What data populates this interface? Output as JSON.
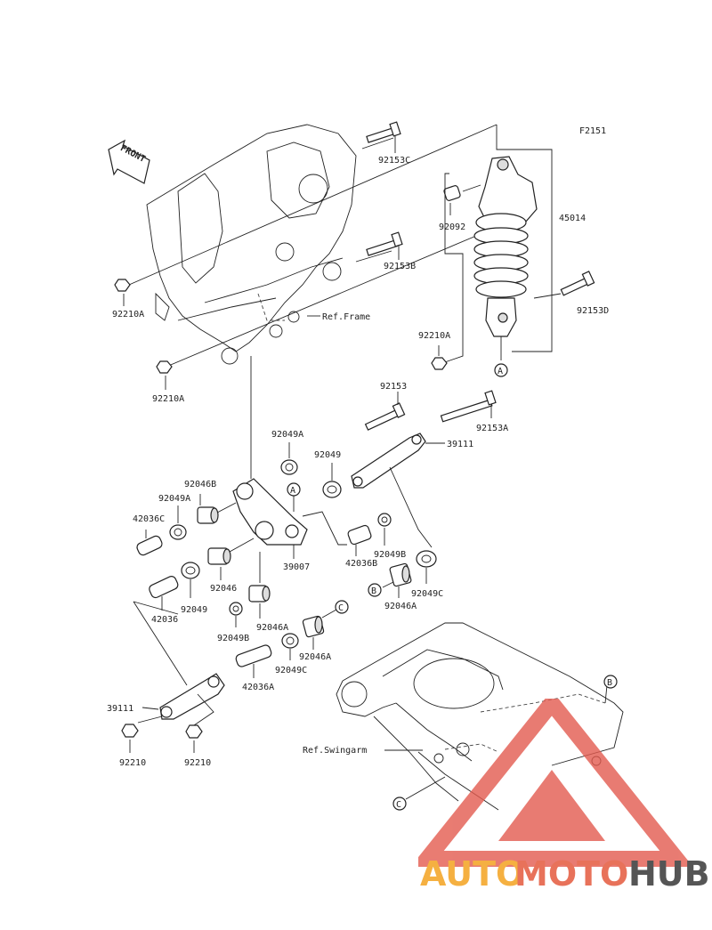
{
  "diagram": {
    "code": "F2151",
    "front_label": "FRONT",
    "ref_frame": "Ref.Frame",
    "ref_swingarm": "Ref.Swingarm",
    "circle_labels": {
      "a1": "A",
      "a2": "A",
      "b1": "B",
      "b2": "B",
      "c1": "C",
      "c2": "C"
    },
    "parts": {
      "p92153C": "92153C",
      "p92153B": "92153B",
      "p92092": "92092",
      "p45014": "45014",
      "p92210A_1": "92210A",
      "p92210A_2": "92210A",
      "p92210A_3": "92210A",
      "p92153D": "92153D",
      "p92153": "92153",
      "p92153A": "92153A",
      "p92049A_1": "92049A",
      "p92049": "92049",
      "p39111_1": "39111",
      "p92046B": "92046B",
      "p92049A_2": "92049A",
      "p42036C": "42036C",
      "p39007": "39007",
      "p42036B": "42036B",
      "p92049B_1": "92049B",
      "p92046": "92046",
      "p92049C_1": "92049C",
      "p92046A_1": "92046A",
      "p42036": "42036",
      "p92049_2": "92049",
      "p92046A_2": "92046A",
      "p92049B_2": "92049B",
      "p92046A_3": "92046A",
      "p92049C_2": "92049C",
      "p42036A": "42036A",
      "p39111_2": "39111",
      "p92210_1": "92210",
      "p92210_2": "92210"
    }
  },
  "watermark": {
    "auto": "AUTO",
    "moto": "MOTO",
    "hub": "HUB",
    "colors": {
      "auto": "#f5b041",
      "moto": "#e8725a",
      "hub": "#555555",
      "triangle": "#e35b4f"
    }
  }
}
